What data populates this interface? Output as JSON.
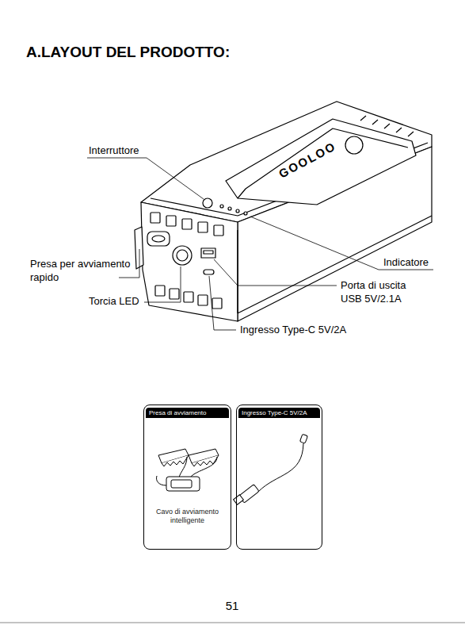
{
  "diagram": {
    "title": "A.LAYOUT DEL PRODOTTO:",
    "nodes": [
      {
        "text": [
          "Presa di avviamento",
          "Cavo di avviamento intelligente"
        ]
      },
      {
        "text": [
          "Ingresso Type-C 5V/2A"
        ]
      }
    ],
    "labels": [
      "Interruttore",
      "GOOLOO",
      "Indicatore",
      "Presa per avviamento rapido",
      "Porta di uscita USB 5V/2.1A",
      "Torcia LED",
      "Ingresso Type-C 5V/2A",
      "51"
    ]
  }
}
